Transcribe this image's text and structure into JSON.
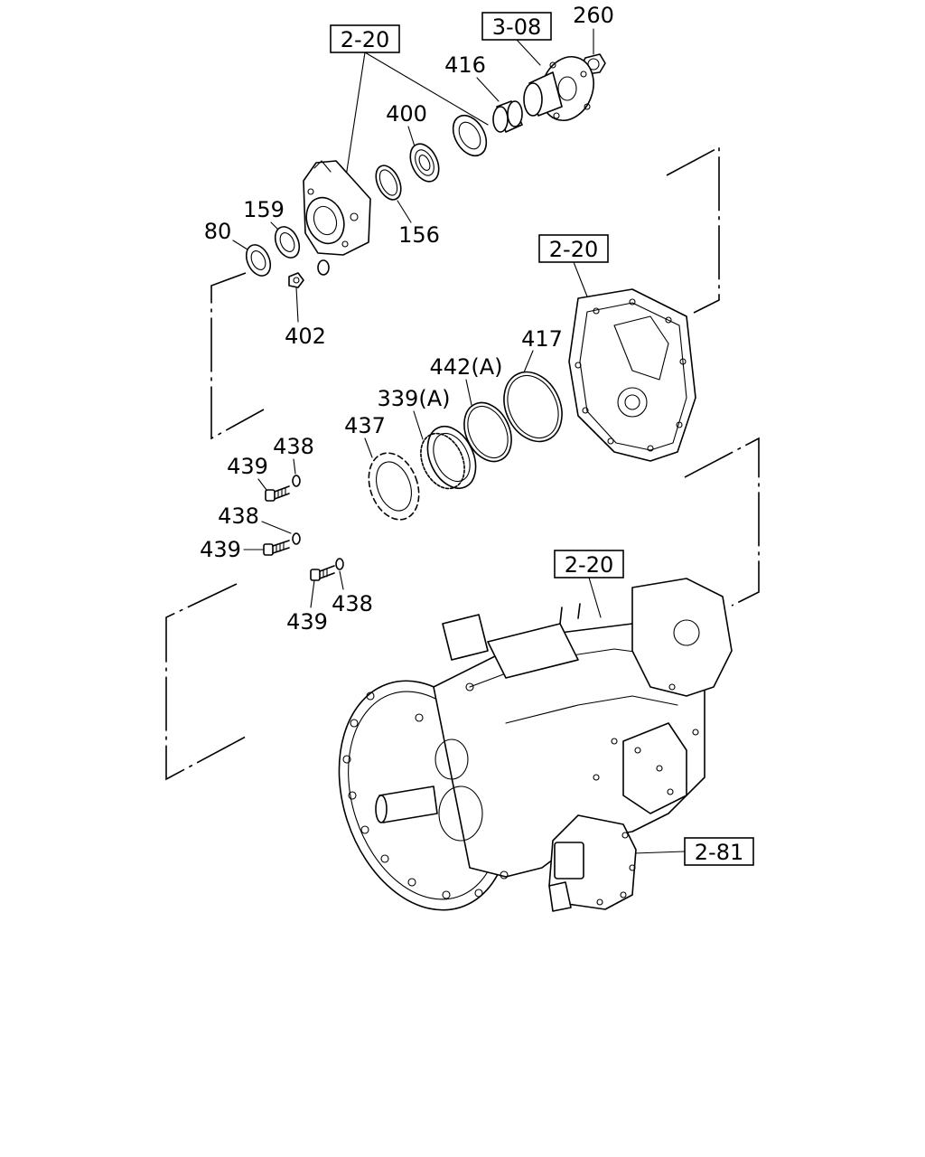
{
  "callouts": {
    "ref_a": "2-20",
    "ref_b": "3-08",
    "ref_c": "2-20",
    "ref_d": "2-20",
    "ref_e": "2-81",
    "p260": "260",
    "p416": "416",
    "p400": "400",
    "p159": "159",
    "p80": "80",
    "p156": "156",
    "p402": "402",
    "p417": "417",
    "p442": "442(A)",
    "p339": "339(A)",
    "p437": "437",
    "p438a": "438",
    "p439a": "439",
    "p438b": "438",
    "p439b": "439",
    "p439c": "439",
    "p438c": "438"
  }
}
